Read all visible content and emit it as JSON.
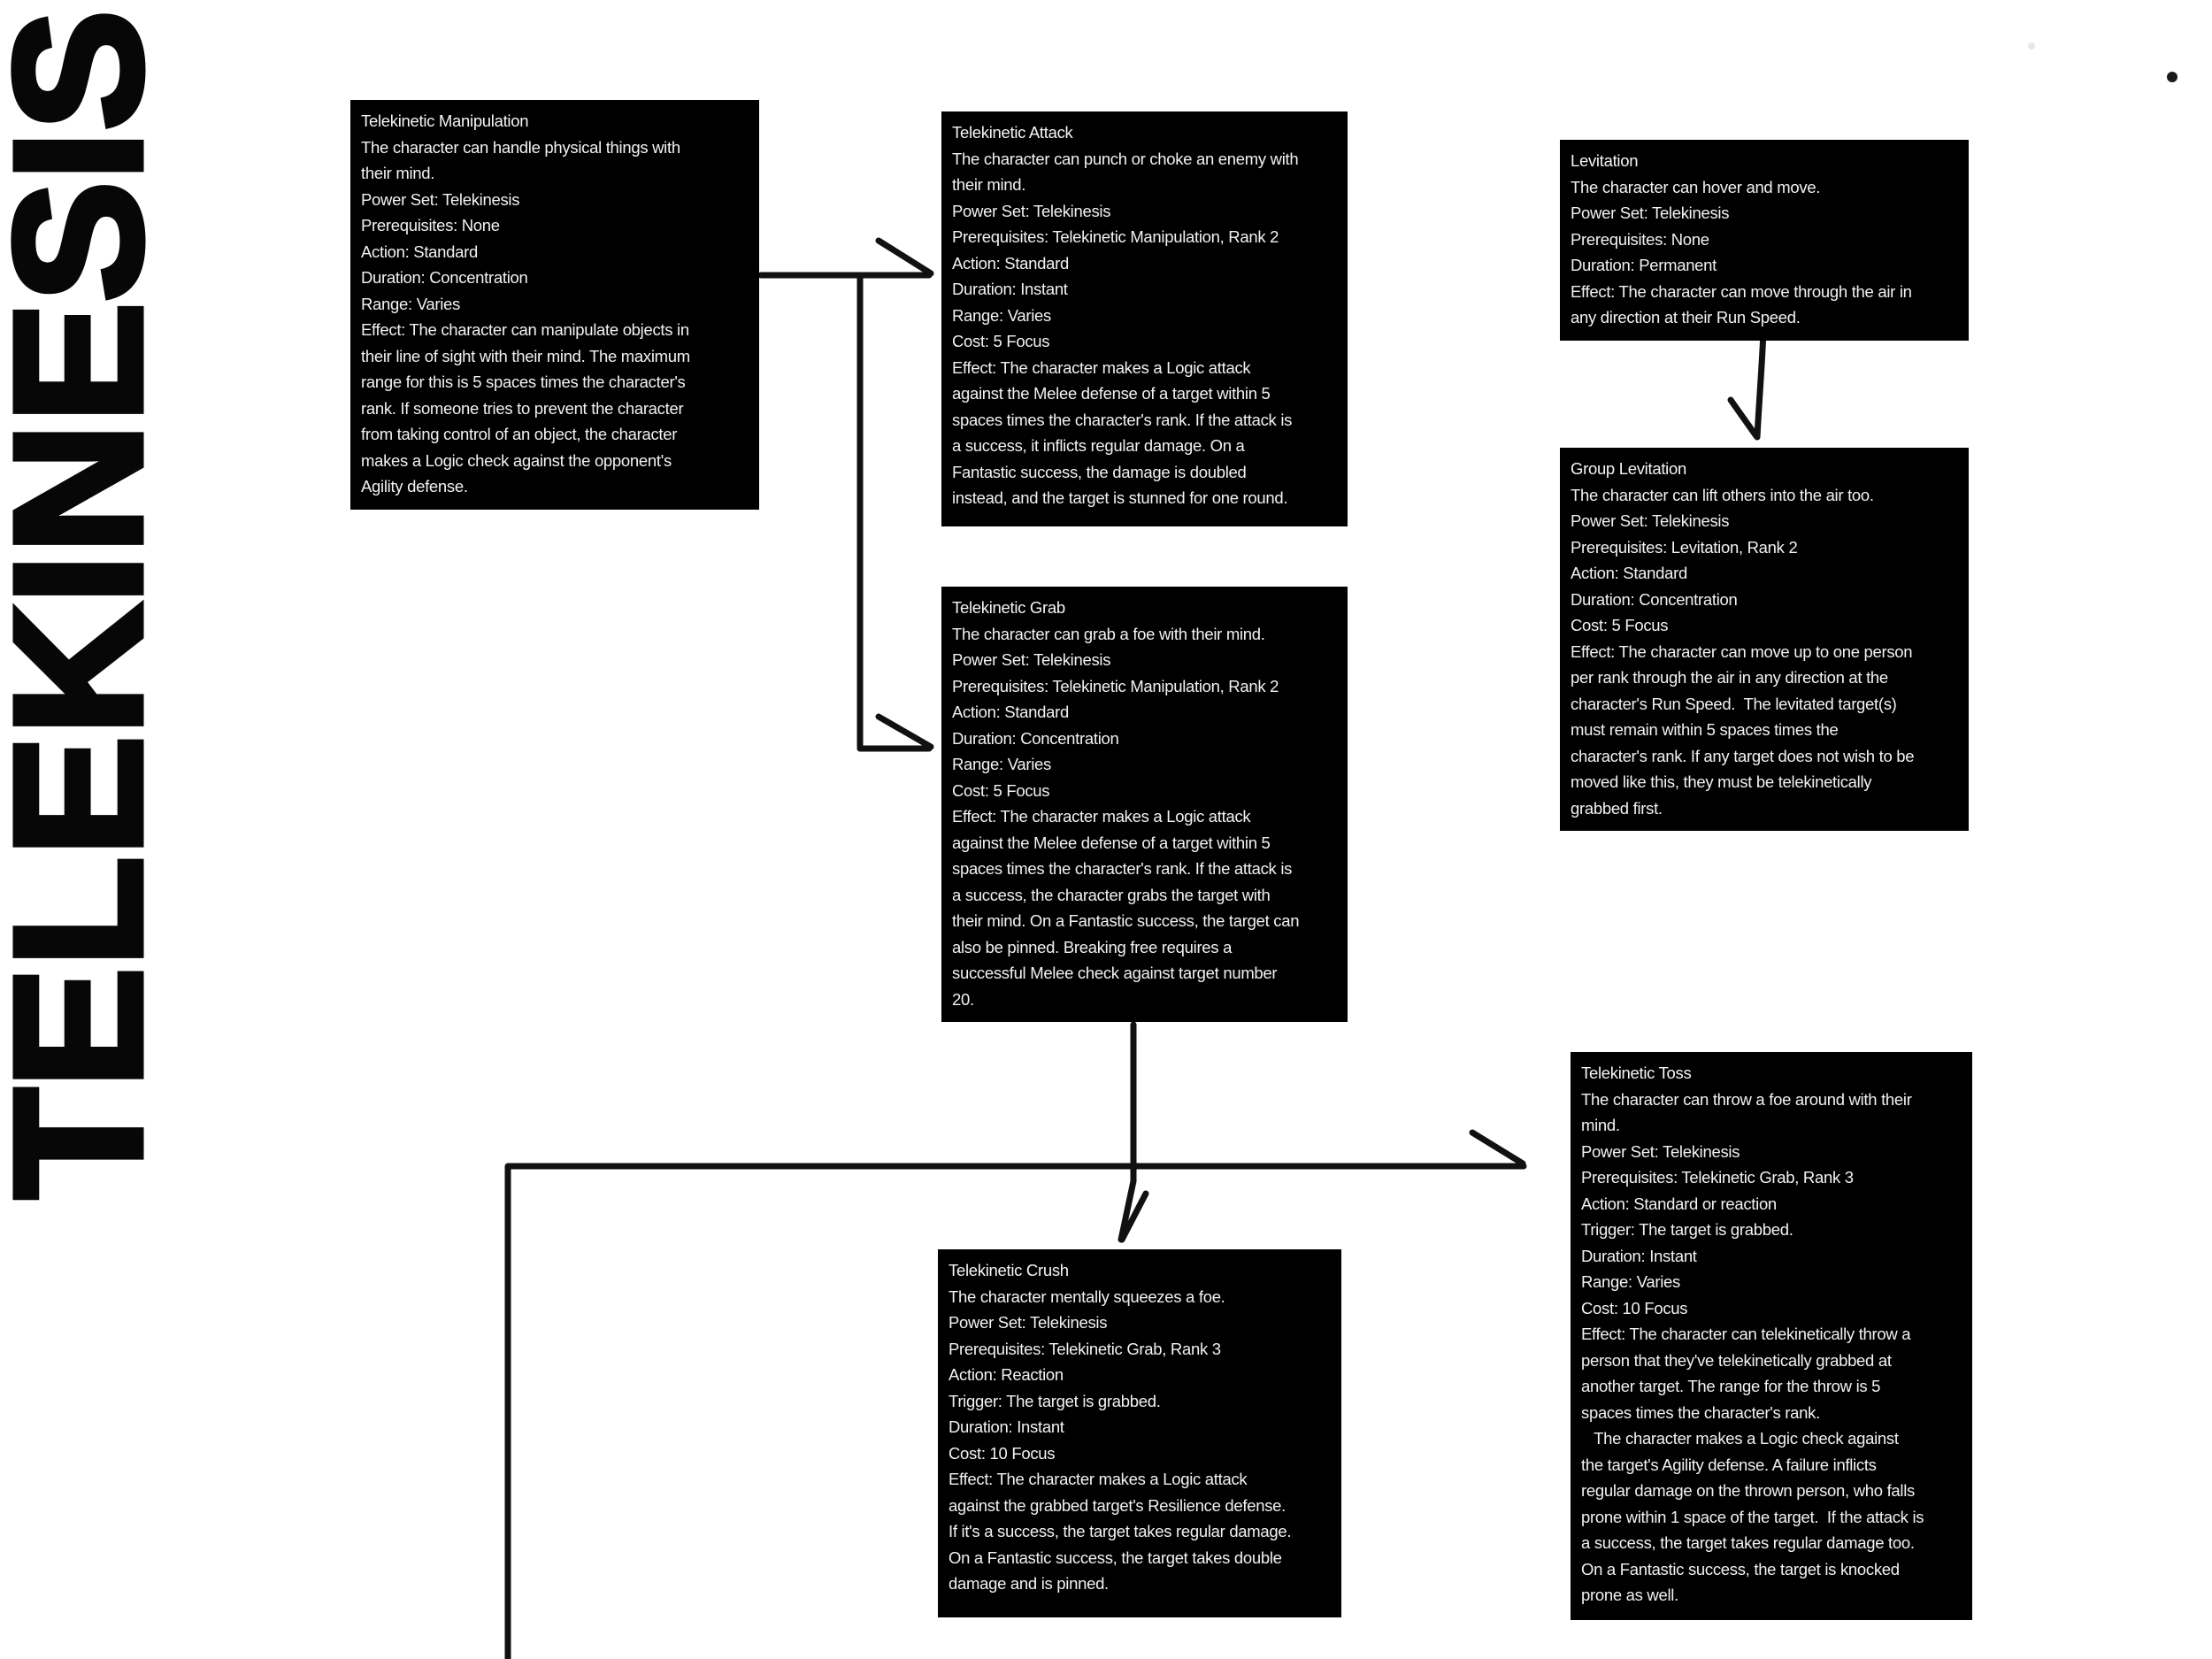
{
  "page": {
    "vertical_title": "TELEKINESIS",
    "background_color": "#ffffff",
    "card_background": "#000000",
    "card_text_color": "#f2f2f2",
    "line_color": "#111111"
  },
  "cards": [
    {
      "title": "Telekinetic Manipulation",
      "body": [
        "The character can handle physical things with",
        "their mind.",
        "Power Set: Telekinesis",
        "Prerequisites: None",
        "Action: Standard",
        "Duration: Concentration",
        "Range: Varies",
        "Effect: The character can manipulate objects in",
        "their line of sight with their mind. The maximum",
        "range for this is 5 spaces times the character's",
        "rank. If someone tries to prevent the character",
        "from taking control of an object, the character",
        "makes a Logic check against the opponent's",
        "Agility defense."
      ]
    },
    {
      "title": "Telekinetic Attack",
      "body": [
        "The character can punch or choke an enemy with",
        "their mind.",
        "Power Set: Telekinesis",
        "Prerequisites: Telekinetic Manipulation, Rank 2",
        "Action: Standard",
        "Duration: Instant",
        "Range: Varies",
        "Cost: 5 Focus",
        "Effect: The character makes a Logic attack",
        "against the Melee defense of a target within 5",
        "spaces times the character's rank. If the attack is",
        "a success, it inflicts regular damage. On a",
        "Fantastic success, the damage is doubled",
        "instead, and the target is stunned for one round."
      ]
    },
    {
      "title": "Levitation",
      "body": [
        "The character can hover and move.",
        "Power Set: Telekinesis",
        "Prerequisites: None",
        "Duration: Permanent",
        "Effect: The character can move through the air in",
        "any direction at their Run Speed."
      ]
    },
    {
      "title": "Group Levitation",
      "body": [
        "The character can lift others into the air too.",
        "Power Set: Telekinesis",
        "Prerequisites: Levitation, Rank 2",
        "Action: Standard",
        "Duration: Concentration",
        "Cost: 5 Focus",
        "Effect: The character can move up to one person",
        "per rank through the air in any direction at the",
        "character's Run Speed.  The levitated target(s)",
        "must remain within 5 spaces times the",
        "character's rank. If any target does not wish to be",
        "moved like this, they must be telekinetically",
        "grabbed first."
      ]
    },
    {
      "title": "Telekinetic Grab",
      "body": [
        "The character can grab a foe with their mind.",
        "Power Set: Telekinesis",
        "Prerequisites: Telekinetic Manipulation, Rank 2",
        "Action: Standard",
        "Duration: Concentration",
        "Range: Varies",
        "Cost: 5 Focus",
        "Effect: The character makes a Logic attack",
        "against the Melee defense of a target within 5",
        "spaces times the character's rank. If the attack is",
        "a success, the character grabs the target with",
        "their mind. On a Fantastic success, the target can",
        "also be pinned. Breaking free requires a",
        "successful Melee check against target number",
        "20."
      ]
    },
    {
      "title": "Telekinetic Toss",
      "body": [
        "The character can throw a foe around with their",
        "mind.",
        "Power Set: Telekinesis",
        "Prerequisites: Telekinetic Grab, Rank 3",
        "Action: Standard or reaction",
        "Trigger: The target is grabbed.",
        "Duration: Instant",
        "Range: Varies",
        "Cost: 10 Focus",
        "Effect: The character can telekinetically throw a",
        "person that they've telekinetically grabbed at",
        "another target. The range for the throw is 5",
        "spaces times the character's rank.",
        "   The character makes a Logic check against",
        "the target's Agility defense. A failure inflicts",
        "regular damage on the thrown person, who falls",
        "prone within 1 space of the target.  If the attack is",
        "a success, the target takes regular damage too.",
        "On a Fantastic success, the target is knocked",
        "prone as well."
      ]
    },
    {
      "title": "Telekinetic Crush",
      "body": [
        "The character mentally squeezes a foe.",
        "Power Set: Telekinesis",
        "Prerequisites: Telekinetic Grab, Rank 3",
        "Action: Reaction",
        "Trigger: The target is grabbed.",
        "Duration: Instant",
        "Cost: 10 Focus",
        "Effect: The character makes a Logic attack",
        "against the grabbed target's Resilience defense.",
        "If it's a success, the target takes regular damage.",
        "On a Fantastic success, the target takes double",
        "damage and is pinned."
      ]
    }
  ],
  "arrows": [
    {
      "from": "Telekinetic Manipulation",
      "to": "Telekinetic Attack"
    },
    {
      "from": "Telekinetic Manipulation",
      "to": "Telekinetic Grab"
    },
    {
      "from": "Levitation",
      "to": "Group Levitation"
    },
    {
      "from": "Telekinetic Grab",
      "to": "Telekinetic Crush"
    },
    {
      "from": "off-screen bottom",
      "to": "Telekinetic Toss"
    }
  ]
}
